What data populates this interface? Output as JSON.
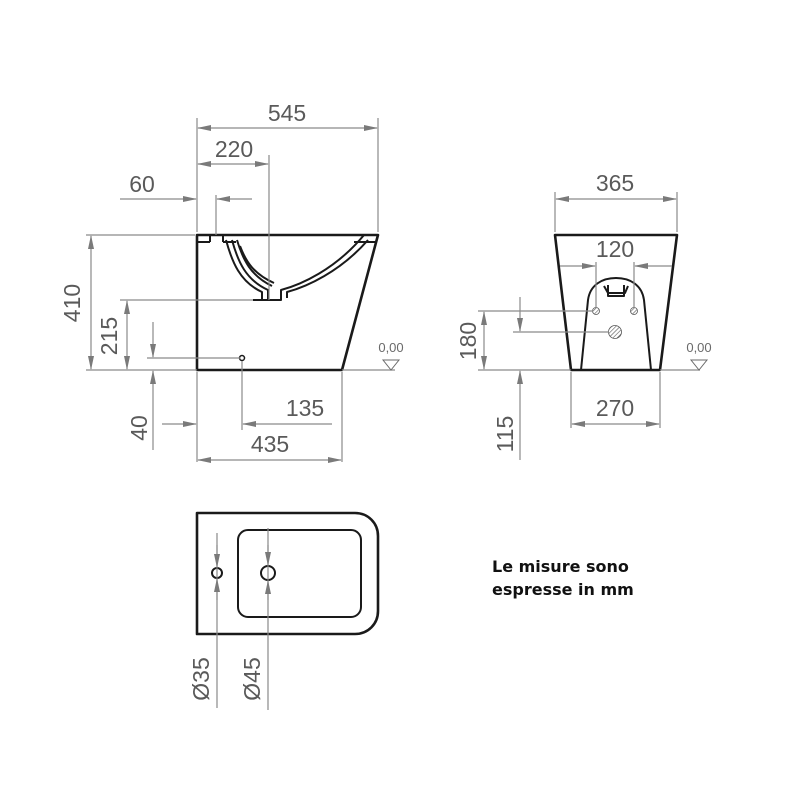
{
  "side_view": {
    "dimensions": {
      "total_depth": "545",
      "waste_offset": "220",
      "inlet_offset": "60",
      "total_height": "410",
      "waste_height": "215",
      "inlet_height": "40",
      "inlet_from_back": "135",
      "base_depth": "435"
    },
    "floor_level": "0,00"
  },
  "back_view": {
    "dimensions": {
      "top_width": "365",
      "fixing_centres": "120",
      "fixing_height": "180",
      "waste_height": "115",
      "base_width": "270"
    },
    "floor_level": "0,00"
  },
  "top_view": {
    "dimensions": {
      "small_hole_diameter": "Ø35",
      "tap_hole_diameter": "Ø45"
    }
  },
  "note": {
    "line1": "Le misure sono",
    "line2": "espresse in mm"
  }
}
